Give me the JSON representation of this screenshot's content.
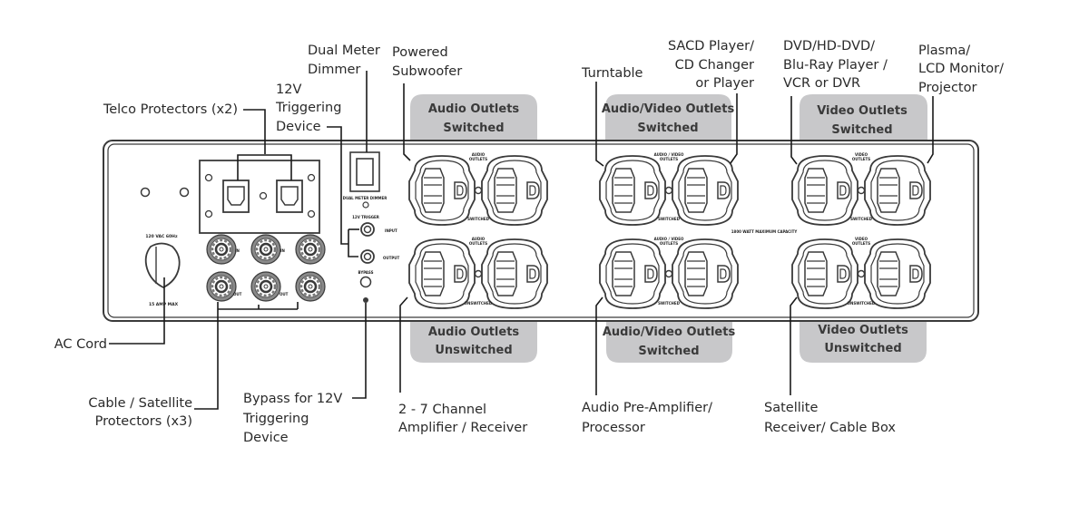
{
  "title": "Power conditioner rear panel connection diagram",
  "colors": {
    "tab_fill": "#c8c8ca",
    "tab_text": "#3a3a3a",
    "label_text": "#2a2a2a",
    "panel_line": "#3a3a3a"
  },
  "callouts": {
    "telco": [
      "Telco Protectors (x2)"
    ],
    "trigger": [
      "12V",
      "Triggering",
      "Device"
    ],
    "dimmer": [
      "Dual Meter",
      "Dimmer"
    ],
    "subwoofer": [
      "Powered",
      "Subwoofer"
    ],
    "turntable": [
      "Turntable"
    ],
    "sacd": [
      "SACD Player/",
      "CD Changer",
      "or Player"
    ],
    "dvd": [
      "DVD/HD-DVD/",
      "Blu-Ray Player /",
      "VCR or DVR"
    ],
    "plasma": [
      "Plasma/",
      "LCD Monitor/",
      "Projector"
    ],
    "ac_cord": [
      "AC Cord"
    ],
    "cable_sat": [
      "Cable / Satellite",
      "Protectors (x3)"
    ],
    "bypass": [
      "Bypass for 12V",
      "Triggering",
      "Device"
    ],
    "amplifier": [
      "2 - 7 Channel",
      "Amplifier / Receiver"
    ],
    "preamp": [
      "Audio Pre-Amplifier/",
      "Processor"
    ],
    "satellite": [
      "Satellite",
      "Receiver/ Cable Box"
    ]
  },
  "outlet_groups": {
    "top": [
      {
        "line1": "Audio Outlets",
        "line2": "Switched",
        "panel_label": [
          "AUDIO",
          "OUTLETS"
        ],
        "sub_label": "SWITCHED"
      },
      {
        "line1": "Audio/Video Outlets",
        "line2": "Switched",
        "panel_label": [
          "AUDIO / VIDEO",
          "OUTLETS"
        ],
        "sub_label": "SWITCHED"
      },
      {
        "line1": "Video Outlets",
        "line2": "Switched",
        "panel_label": [
          "VIDEO",
          "OUTLETS"
        ],
        "sub_label": "SWITCHED"
      }
    ],
    "bottom": [
      {
        "line1": "Audio Outlets",
        "line2": "Unswitched",
        "panel_label": [
          "AUDIO",
          "OUTLETS"
        ],
        "sub_label": "UNSWITCHED"
      },
      {
        "line1": "Audio/Video Outlets",
        "line2": "Switched",
        "panel_label": [
          "AUDIO / VIDEO",
          "OUTLETS"
        ],
        "sub_label": "SWITCHED"
      },
      {
        "line1": "Video Outlets",
        "line2": "Unswitched",
        "panel_label": [
          "VIDEO",
          "OUTLETS"
        ],
        "sub_label": "UNSWITCHED"
      }
    ]
  },
  "panel_text": {
    "ac_rating": "120 VAC 60Hz",
    "ac_cord_rating": "15 AMP MAX",
    "dimmer_label": "DUAL METER DIMMER",
    "trigger_label": "12V TRIGGER",
    "input": "INPUT",
    "output": "OUTPUT",
    "bypass": "BYPASS",
    "coax_in": "IN",
    "coax_out": "OUT",
    "capacity": "1800 WATT MAXIMUM CAPACITY"
  }
}
